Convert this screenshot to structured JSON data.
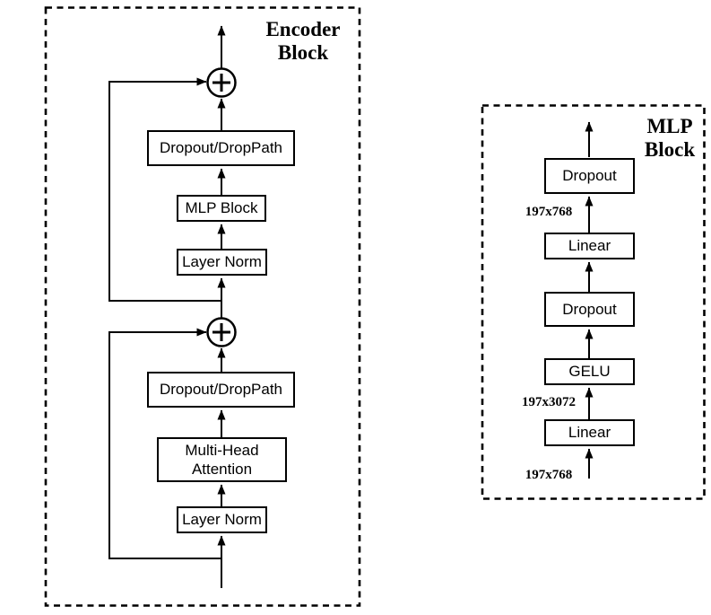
{
  "colors": {
    "background": "#ffffff",
    "line": "#000000"
  },
  "encoder": {
    "title": [
      "Encoder",
      "Block"
    ],
    "nodes": [
      {
        "id": "dropout-droppath-top",
        "label": "Dropout/DropPath"
      },
      {
        "id": "mlp-block",
        "label": "MLP Block"
      },
      {
        "id": "layer-norm-top",
        "label": "Layer Norm"
      },
      {
        "id": "dropout-droppath-bottom",
        "label": "Dropout/DropPath"
      },
      {
        "id": "multi-head-attention",
        "label": "Multi-Head Attention"
      },
      {
        "id": "layer-norm-bottom",
        "label": "Layer Norm"
      }
    ],
    "operators": [
      {
        "id": "residual-add-top",
        "symbol": "+"
      },
      {
        "id": "residual-add-bottom",
        "symbol": "+"
      }
    ]
  },
  "mlp": {
    "title": [
      "MLP",
      "Block"
    ],
    "nodes": [
      {
        "id": "dropout-output",
        "label": "Dropout"
      },
      {
        "id": "linear-output",
        "label": "Linear"
      },
      {
        "id": "dropout-hidden",
        "label": "Dropout"
      },
      {
        "id": "gelu",
        "label": "GELU"
      },
      {
        "id": "linear-input",
        "label": "Linear"
      }
    ],
    "dims": [
      {
        "id": "dim-after-linear-output",
        "label": "197x768"
      },
      {
        "id": "dim-after-linear-input",
        "label": "197x3072"
      },
      {
        "id": "dim-input",
        "label": "197x768"
      }
    ]
  }
}
